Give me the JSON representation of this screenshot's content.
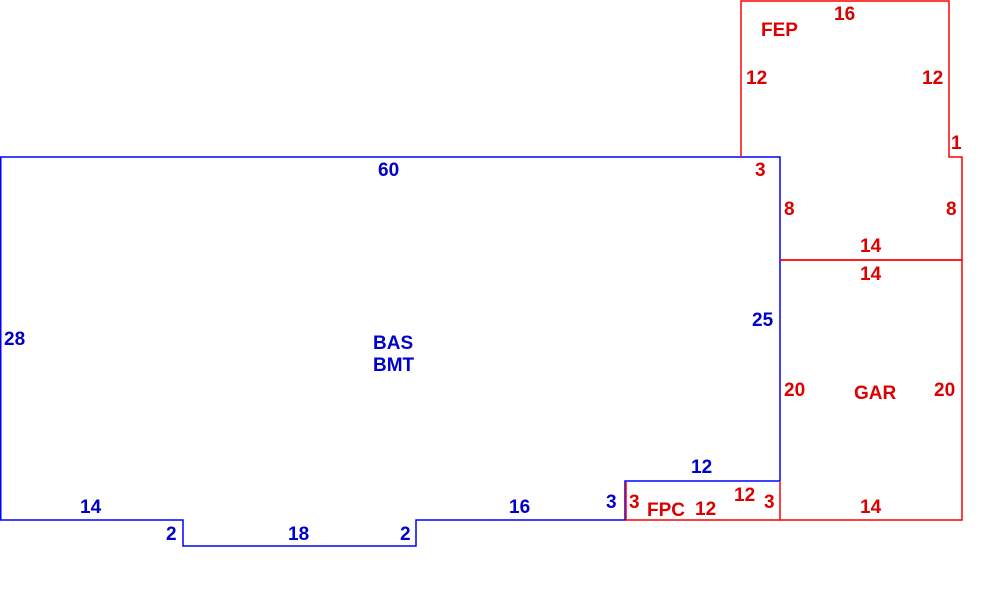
{
  "colors": {
    "main": "#0000ff",
    "addition": "#ff0000"
  },
  "areas": {
    "bas": {
      "code": "BAS",
      "sub": "BMT",
      "dims": [
        "60",
        "28",
        "14",
        "2",
        "18",
        "2",
        "16",
        "3",
        "12",
        "25"
      ]
    },
    "fep": {
      "code": "FEP",
      "dims": [
        "16",
        "12",
        "12",
        "1",
        "3",
        "8",
        "8",
        "14"
      ]
    },
    "gar": {
      "code": "GAR",
      "dims": [
        "14",
        "20",
        "20",
        "14"
      ]
    },
    "fpc": {
      "code": "FPC",
      "dims": [
        "3",
        "12",
        "12",
        "3"
      ]
    }
  }
}
